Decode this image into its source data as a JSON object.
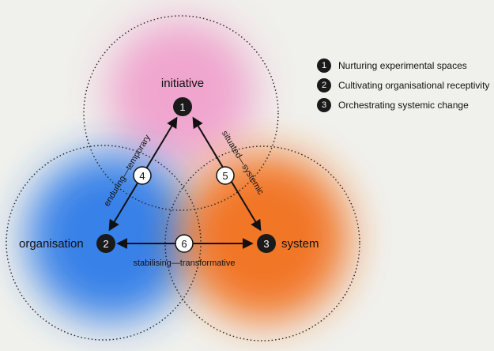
{
  "diagram": {
    "areas": {
      "initiative": "initiative",
      "organisation": "organisation",
      "system": "system"
    },
    "nodes": {
      "n1": "1",
      "n2": "2",
      "n3": "3",
      "n4": "4",
      "n5": "5",
      "n6": "6"
    },
    "edge_labels": {
      "left": "enduring—temporary",
      "right": "situated—systemic",
      "bottom": "stabilising—transformative"
    },
    "colors": {
      "initiative": "#f08cc4",
      "organisation": "#2f7be8",
      "system": "#f2701c",
      "node_dark": "#1a1a1a",
      "background": "#f0f0ec"
    }
  },
  "legend": [
    {
      "number": "1",
      "label": "Nurturing experimental spaces"
    },
    {
      "number": "2",
      "label": "Cultivating organisational receptivity"
    },
    {
      "number": "3",
      "label": "Orchestrating systemic change"
    }
  ]
}
